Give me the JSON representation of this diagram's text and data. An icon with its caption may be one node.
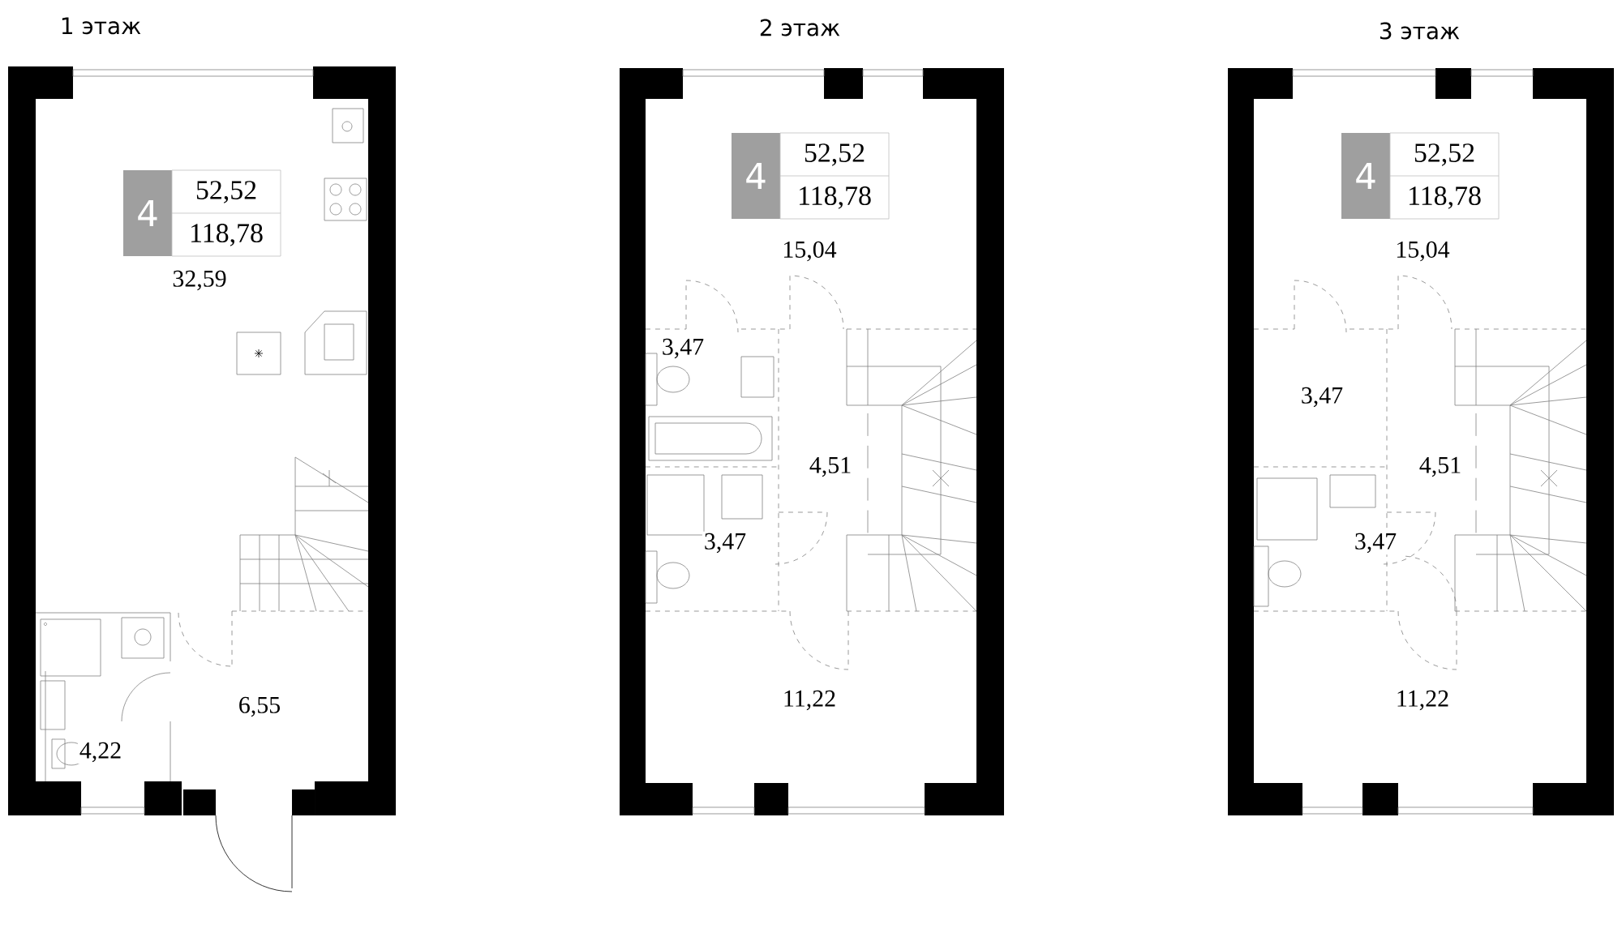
{
  "diagram": {
    "nodes": [
      {
        "text": [
          "1 этаж",
          "32,59",
          "6,55",
          "4,22"
        ]
      },
      {
        "text": [
          "4",
          "52,52",
          "118,78"
        ],
        "in": 0
      },
      {
        "text": [
          "2 этаж",
          "15,04",
          "3,47",
          "4,51",
          "3,47",
          "11,22"
        ]
      },
      {
        "text": [
          "4",
          "52,52",
          "118,78"
        ],
        "in": 2
      },
      {
        "text": [
          "3 этаж",
          "15,04",
          "3,47",
          "4,51",
          "3,47",
          "11,22"
        ]
      },
      {
        "text": [
          "4",
          "52,52",
          "118,78"
        ],
        "in": 4
      }
    ]
  }
}
